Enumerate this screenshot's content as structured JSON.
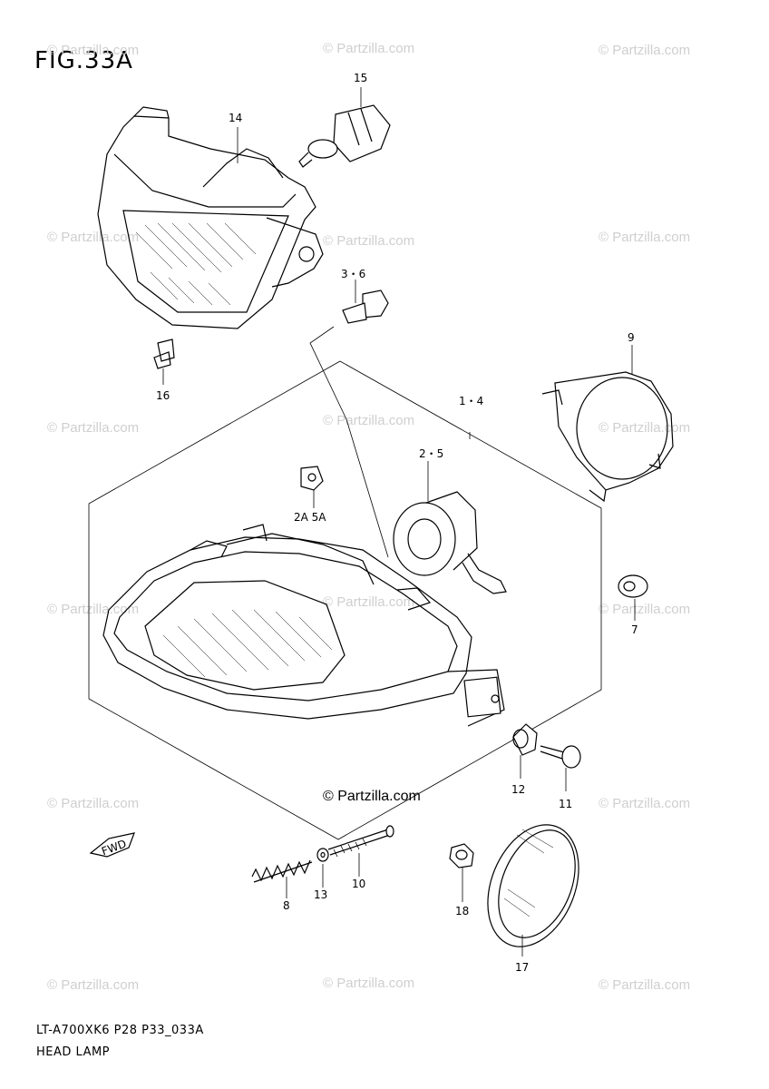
{
  "figure": {
    "title": "FIG.33A",
    "model_code": "LT-A700XK6 P28 P33_033A",
    "section_name": "HEAD LAMP"
  },
  "callouts": [
    {
      "id": "c14",
      "label": "14"
    },
    {
      "id": "c15",
      "label": "15"
    },
    {
      "id": "c36",
      "label": "3・6"
    },
    {
      "id": "c16",
      "label": "16"
    },
    {
      "id": "c9",
      "label": "9"
    },
    {
      "id": "c14b",
      "label": "1・4"
    },
    {
      "id": "c25",
      "label": "2・5"
    },
    {
      "id": "c2a5a",
      "label": "2A 5A"
    },
    {
      "id": "c7",
      "label": "7"
    },
    {
      "id": "c12",
      "label": "12"
    },
    {
      "id": "c11",
      "label": "11"
    },
    {
      "id": "c8",
      "label": "8"
    },
    {
      "id": "c13",
      "label": "13"
    },
    {
      "id": "c10",
      "label": "10"
    },
    {
      "id": "c18",
      "label": "18"
    },
    {
      "id": "c17",
      "label": "17"
    }
  ],
  "watermark": {
    "text": "© Partzilla.com",
    "center_text": "© Partzilla.com"
  },
  "fwd_label": "FWD",
  "colors": {
    "line": "#000000",
    "watermark": "#cfcfcf",
    "background": "#ffffff"
  }
}
